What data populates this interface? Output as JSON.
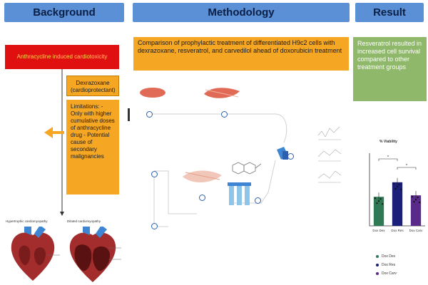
{
  "headers": {
    "background": "Background",
    "methodology": "Methodology",
    "result": "Result"
  },
  "background": {
    "red_box": "Anthracycline induced cardiotoxicity",
    "orange_top": "Dexrazoxane (cardioprotectant)",
    "orange_limitations": "Limitations: - Only with higher cumulative doses of anthracycline drug - Potential cause of secondary malignancies",
    "heart_left_label": "Hypertrophic cardiomyopathy",
    "heart_right_label": "Dilated cardiomyopathy"
  },
  "methodology": {
    "title": "Comparison of prophylactic treatment of differentiated H9c2 cells with dexrazoxane, resveratrol, and carvedilol ahead of doxorubicin treatment"
  },
  "result": {
    "text": "Resveratrol resulted in increased cell survival compared to other treatment groups",
    "chart_title": "% Viability",
    "legend": [
      "Dox Dex",
      "Dox Res",
      "Dox Carv"
    ]
  },
  "colors": {
    "header_blue": "#5b8fd6",
    "red": "#e01010",
    "orange": "#f5a623",
    "green": "#8fb86a",
    "bar_green": "#2f7a55",
    "bar_navy": "#1a1f7a",
    "bar_purple": "#5a2a8a"
  },
  "chart_data": {
    "type": "bar",
    "title": "% Viability",
    "categories": [
      "Dox Dex",
      "Dox Res",
      "Dox Carv"
    ],
    "values": [
      40,
      60,
      42
    ],
    "ylim": [
      0,
      100
    ]
  }
}
